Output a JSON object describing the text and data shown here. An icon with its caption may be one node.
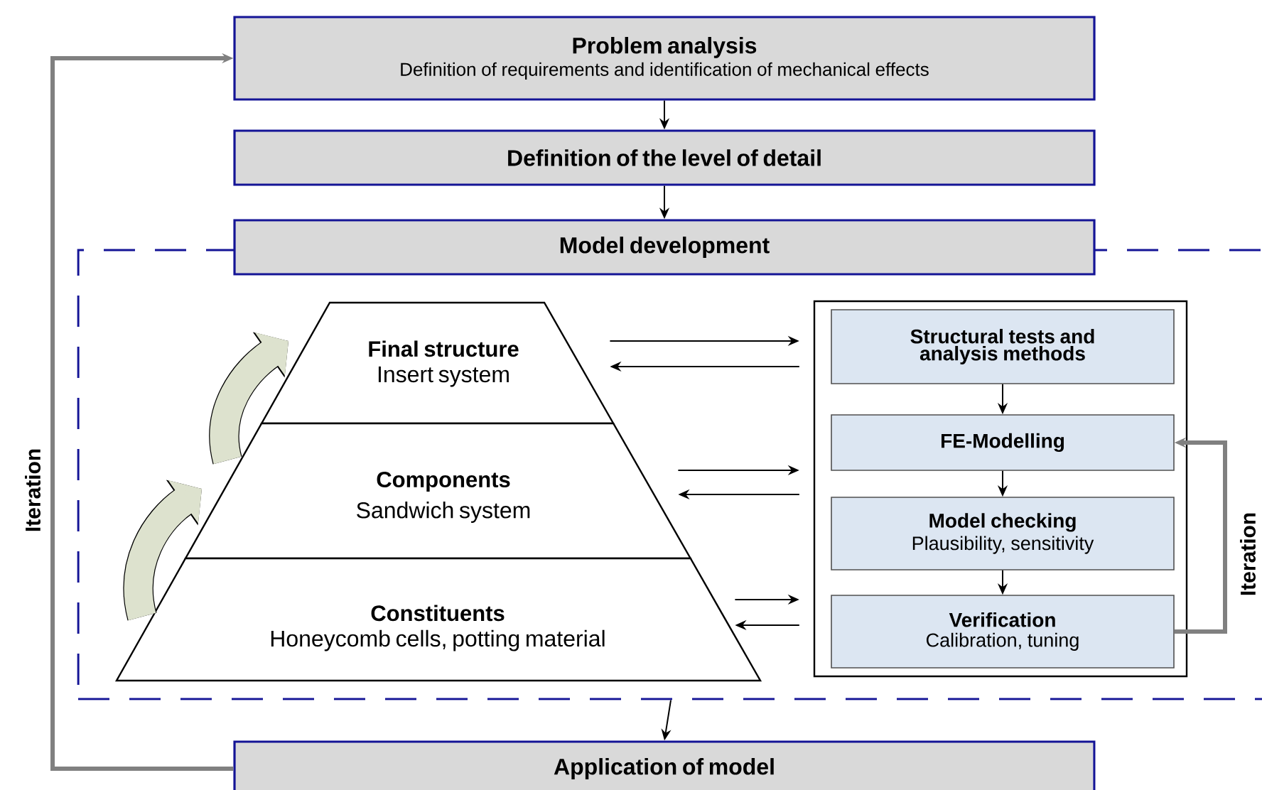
{
  "diagram": {
    "nodes": [
      {
        "text": [
          "Problem analysis",
          "Definition of requirements and identification of mechanical effects"
        ]
      },
      {
        "text": [
          "Definition of the level of detail"
        ]
      },
      {
        "text": [
          "Model development"
        ]
      },
      {
        "text": [],
        "shape": "box"
      },
      {
        "text": [
          "Final structure",
          "Insert system"
        ],
        "in": 3
      },
      {
        "text": [
          "Components",
          "Sandwich system"
        ],
        "in": 3
      },
      {
        "text": [
          "Constituents",
          "Honeycomb cells, potting material"
        ],
        "in": 3
      },
      {
        "text": [],
        "shape": "box",
        "in": 3
      },
      {
        "text": [
          "Structural tests and analysis methods"
        ],
        "in": 7
      },
      {
        "text": [
          "FE-Modelling"
        ],
        "in": 7
      },
      {
        "text": [
          "Model checking",
          "Plausibility, sensitivity"
        ],
        "in": 7
      },
      {
        "text": [
          "Verification",
          "Calibration, tuning"
        ],
        "in": 7
      },
      {
        "text": [
          "Application of model"
        ]
      }
    ],
    "edges": [
      {
        "from": 0,
        "to": 1,
        "arrow": "to"
      },
      {
        "from": 1,
        "to": 2,
        "arrow": "to"
      },
      {
        "from": 3,
        "to": 12,
        "arrow": "to"
      },
      {
        "from": 6,
        "to": 5,
        "arrow": "to",
        "style": "thick",
        "color": "#dde2ce"
      },
      {
        "from": 5,
        "to": 4,
        "arrow": "to",
        "style": "thick",
        "color": "#dde2ce"
      },
      {
        "from": 12,
        "to": 0,
        "arrow": "to",
        "label": "Iteration",
        "style": "thick",
        "color": "#808080"
      },
      {
        "from": 4,
        "to": 7,
        "arrow": "to"
      },
      {
        "from": 7,
        "to": 4,
        "arrow": "to"
      },
      {
        "from": 5,
        "to": 7,
        "arrow": "to"
      },
      {
        "from": 7,
        "to": 5,
        "arrow": "to"
      },
      {
        "from": 6,
        "to": 7,
        "arrow": "to"
      },
      {
        "from": 7,
        "to": 6,
        "arrow": "to"
      },
      {
        "from": 8,
        "to": 9,
        "arrow": "to"
      },
      {
        "from": 9,
        "to": 10,
        "arrow": "to"
      },
      {
        "from": 10,
        "to": 11,
        "arrow": "to"
      },
      {
        "from": 11,
        "to": 9,
        "arrow": "to",
        "label": "Iteration",
        "style": "thick",
        "color": "#808080"
      }
    ]
  }
}
